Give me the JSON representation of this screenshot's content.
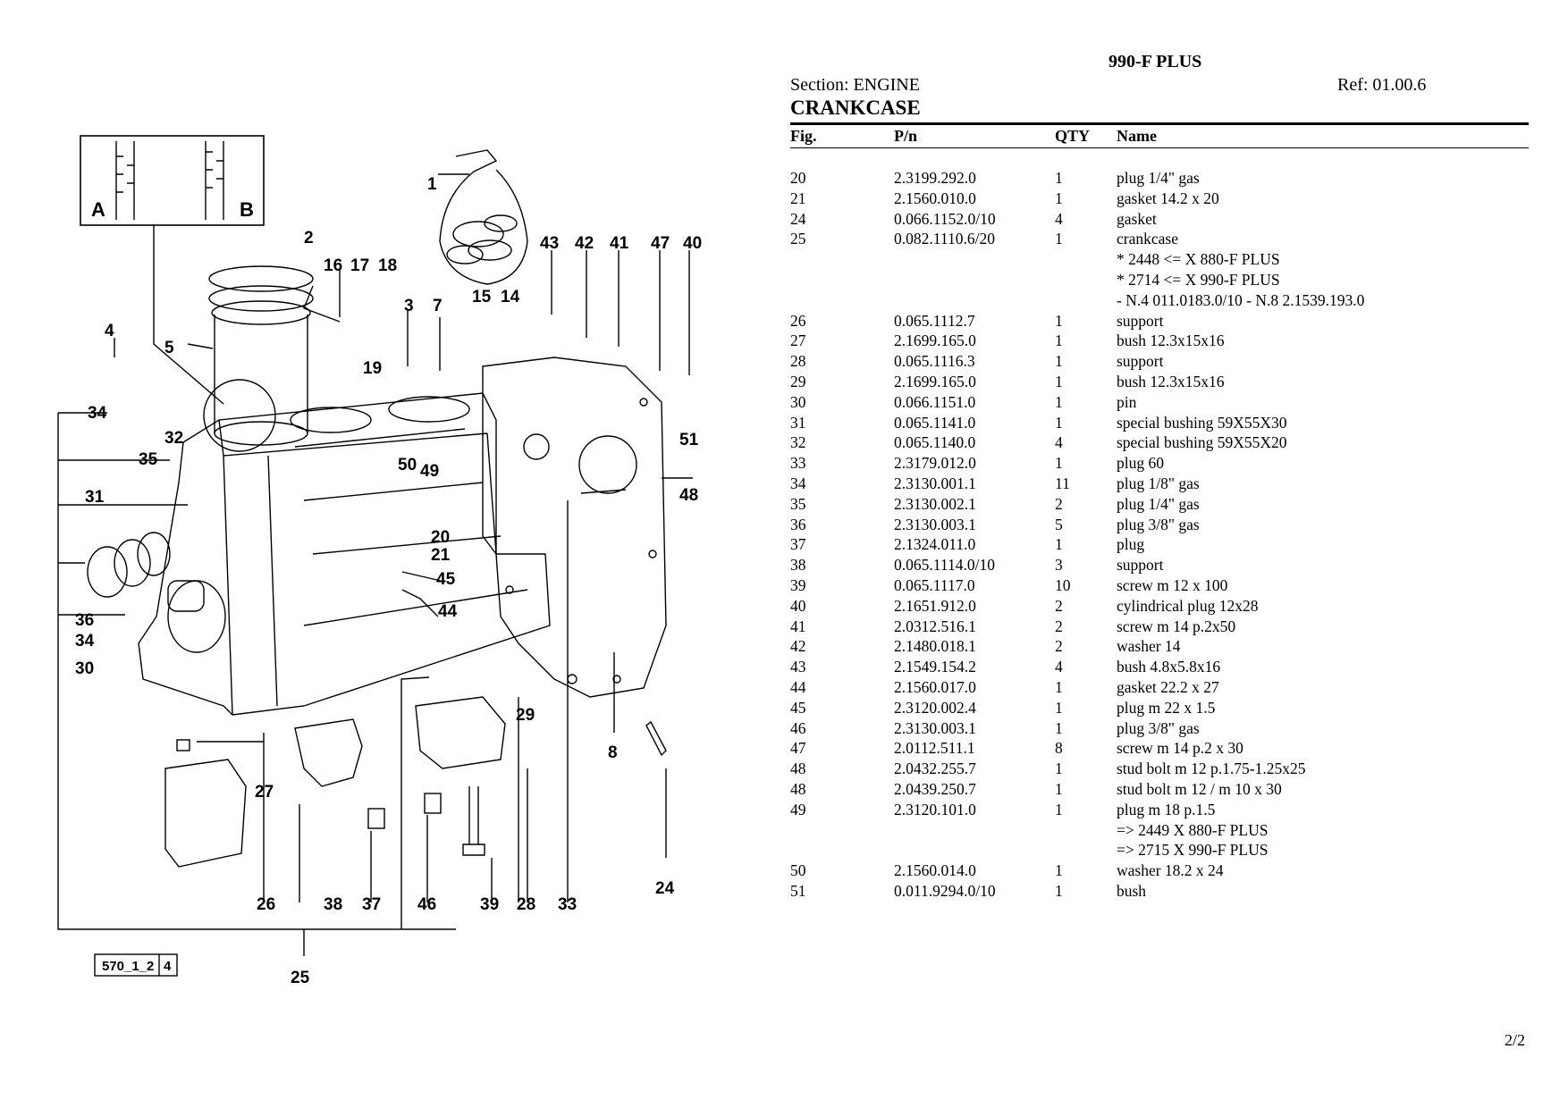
{
  "header": {
    "model": "990-F PLUS",
    "section": "Section: ENGINE",
    "ref": "Ref: 01.00.6",
    "title": "CRANKCASE"
  },
  "columns": {
    "fig": "Fig.",
    "pn": "P/n",
    "qty": "QTY",
    "name": "Name"
  },
  "rows": [
    {
      "fig": "20",
      "pn": "2.3199.292.0",
      "qty": "1",
      "name": "plug 1/4\" gas"
    },
    {
      "fig": "21",
      "pn": "2.1560.010.0",
      "qty": "1",
      "name": "gasket 14.2 x 20"
    },
    {
      "fig": "24",
      "pn": "0.066.1152.0/10",
      "qty": "4",
      "name": "gasket"
    },
    {
      "fig": "25",
      "pn": "0.082.1110.6/20",
      "qty": "1",
      "name": "crankcase"
    },
    {
      "fig": "",
      "pn": "",
      "qty": "",
      "name": "* 2448 <= X 880-F PLUS"
    },
    {
      "fig": "",
      "pn": "",
      "qty": "",
      "name": "* 2714 <= X 990-F PLUS"
    },
    {
      "fig": "",
      "pn": "",
      "qty": "",
      "name": "- N.4 011.0183.0/10 - N.8 2.1539.193.0"
    },
    {
      "fig": "26",
      "pn": "0.065.1112.7",
      "qty": "1",
      "name": "support"
    },
    {
      "fig": "27",
      "pn": "2.1699.165.0",
      "qty": "1",
      "name": "bush 12.3x15x16"
    },
    {
      "fig": "28",
      "pn": "0.065.1116.3",
      "qty": "1",
      "name": "support"
    },
    {
      "fig": "29",
      "pn": "2.1699.165.0",
      "qty": "1",
      "name": "bush 12.3x15x16"
    },
    {
      "fig": "30",
      "pn": "0.066.1151.0",
      "qty": "1",
      "name": "pin"
    },
    {
      "fig": "31",
      "pn": "0.065.1141.0",
      "qty": "1",
      "name": "special bushing 59X55X30"
    },
    {
      "fig": "32",
      "pn": "0.065.1140.0",
      "qty": "4",
      "name": "special bushing 59X55X20"
    },
    {
      "fig": "33",
      "pn": "2.3179.012.0",
      "qty": "1",
      "name": "plug 60"
    },
    {
      "fig": "34",
      "pn": "2.3130.001.1",
      "qty": "11",
      "name": "plug 1/8\" gas"
    },
    {
      "fig": "35",
      "pn": "2.3130.002.1",
      "qty": "2",
      "name": "plug 1/4\" gas"
    },
    {
      "fig": "36",
      "pn": "2.3130.003.1",
      "qty": "5",
      "name": "plug 3/8\" gas"
    },
    {
      "fig": "37",
      "pn": "2.1324.011.0",
      "qty": "1",
      "name": "plug"
    },
    {
      "fig": "38",
      "pn": "0.065.1114.0/10",
      "qty": "3",
      "name": "support"
    },
    {
      "fig": "39",
      "pn": "0.065.1117.0",
      "qty": "10",
      "name": "screw m 12 x 100"
    },
    {
      "fig": "40",
      "pn": "2.1651.912.0",
      "qty": "2",
      "name": "cylindrical plug 12x28"
    },
    {
      "fig": "41",
      "pn": "2.0312.516.1",
      "qty": "2",
      "name": "screw m 14 p.2x50"
    },
    {
      "fig": "42",
      "pn": "2.1480.018.1",
      "qty": "2",
      "name": "washer 14"
    },
    {
      "fig": "43",
      "pn": "2.1549.154.2",
      "qty": "4",
      "name": "bush 4.8x5.8x16"
    },
    {
      "fig": "44",
      "pn": "2.1560.017.0",
      "qty": "1",
      "name": "gasket 22.2 x 27"
    },
    {
      "fig": "45",
      "pn": "2.3120.002.4",
      "qty": "1",
      "name": "plug m 22 x 1.5"
    },
    {
      "fig": "46",
      "pn": "2.3130.003.1",
      "qty": "1",
      "name": "plug 3/8\" gas"
    },
    {
      "fig": "47",
      "pn": "2.0112.511.1",
      "qty": "8",
      "name": "screw m 14 p.2 x 30"
    },
    {
      "fig": "48",
      "pn": "2.0432.255.7",
      "qty": "1",
      "name": "stud bolt m 12 p.1.75-1.25x25"
    },
    {
      "fig": "48",
      "pn": "2.0439.250.7",
      "qty": "1",
      "name": "stud bolt m 12 / m 10 x 30"
    },
    {
      "fig": "49",
      "pn": "2.3120.101.0",
      "qty": "1",
      "name": "plug m 18 p.1.5"
    },
    {
      "fig": "",
      "pn": "",
      "qty": "",
      "name": "=> 2449 X 880-F PLUS"
    },
    {
      "fig": "",
      "pn": "",
      "qty": "",
      "name": "=> 2715 X 990-F PLUS"
    },
    {
      "fig": "50",
      "pn": "2.1560.014.0",
      "qty": "1",
      "name": "washer 18.2 x 24"
    },
    {
      "fig": "51",
      "pn": "0.011.9294.0/10",
      "qty": "1",
      "name": "bush"
    }
  ],
  "diagram": {
    "inset_labels": [
      "A",
      "B"
    ],
    "drawing_code": "570_1_2",
    "drawing_sheet": "4",
    "callouts": [
      "1",
      "2",
      "16",
      "17",
      "18",
      "3",
      "7",
      "15",
      "14",
      "43",
      "42",
      "41",
      "47",
      "40",
      "4",
      "5",
      "19",
      "34",
      "32",
      "35",
      "31",
      "50",
      "49",
      "51",
      "48",
      "20",
      "21",
      "45",
      "44",
      "36",
      "34",
      "30",
      "29",
      "8",
      "27",
      "26",
      "38",
      "37",
      "46",
      "39",
      "28",
      "33",
      "24",
      "25"
    ]
  },
  "page_number": "2/2"
}
